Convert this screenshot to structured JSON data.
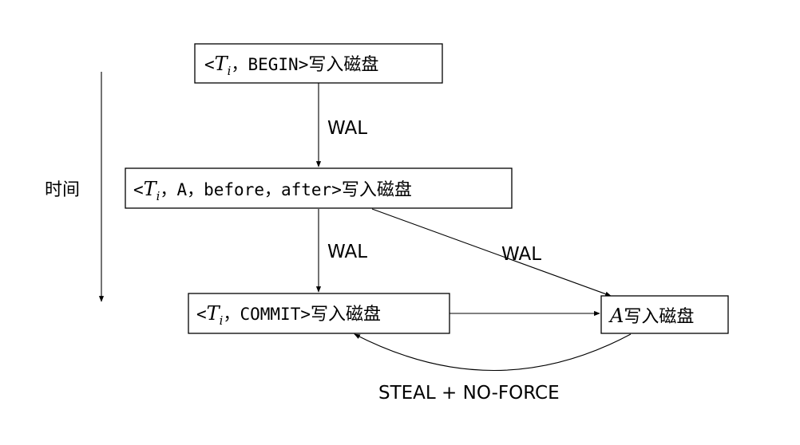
{
  "time_axis": {
    "label": "时间"
  },
  "nodes": {
    "begin": {
      "prefix": "<",
      "var": "T",
      "sub": "i",
      "rest": "，BEGIN>",
      "suffix": "写入磁盘"
    },
    "update": {
      "prefix": "<",
      "var": "T",
      "sub": "i",
      "rest": "，A，before，after>",
      "suffix": "写入磁盘"
    },
    "commit": {
      "prefix": "<",
      "var": "T",
      "sub": "i",
      "rest": "，COMMIT>",
      "suffix": "写入磁盘"
    },
    "a_write": {
      "var": "A",
      "suffix": "写入磁盘"
    }
  },
  "edges": {
    "begin_to_update": "WAL",
    "update_to_commit": "WAL",
    "update_to_a": "WAL",
    "a_to_commit": "STEAL + NO-FORCE"
  }
}
